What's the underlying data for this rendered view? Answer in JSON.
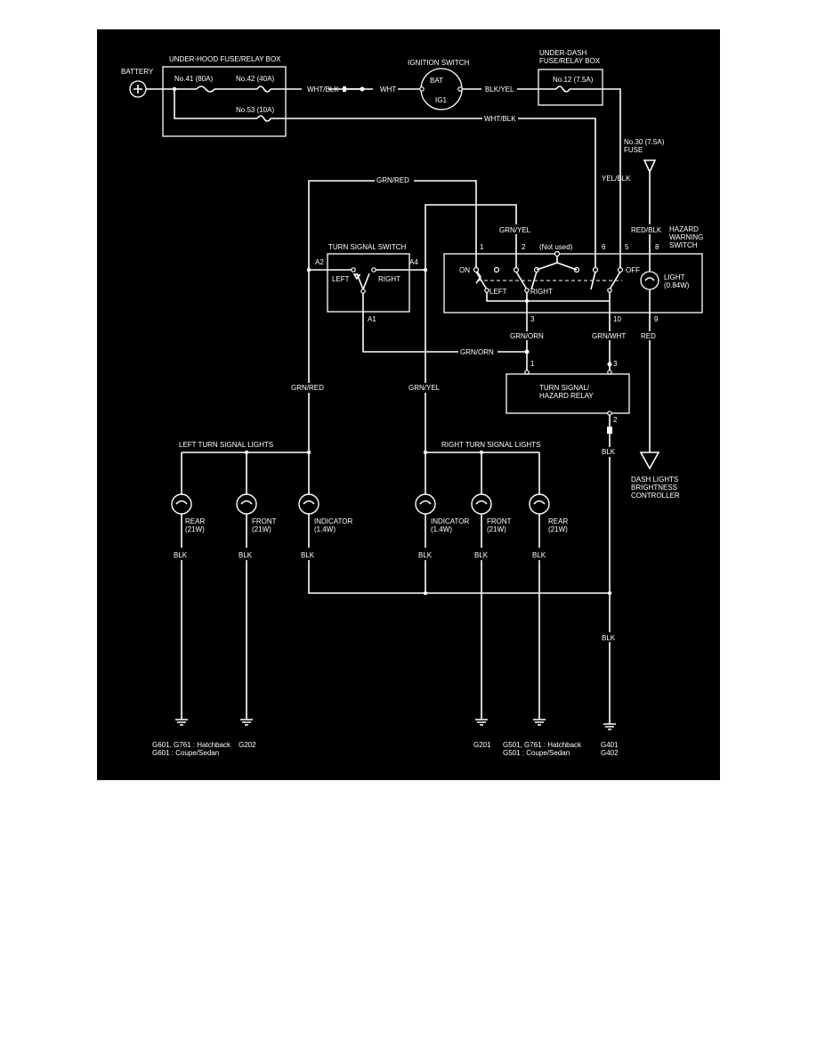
{
  "components": {
    "battery": "BATTERY",
    "underhood_box": "UNDER-HOOD FUSE/RELAY BOX",
    "fuse41": "No.41 (80A)",
    "fuse42": "No.42 (40A)",
    "fuse53": "No.53 (10A)",
    "ignition_switch": "IGNITION SWITCH",
    "bat": "BAT",
    "ig1": "IG1",
    "underdash_box_l1": "UNDER-DASH",
    "underdash_box_l2": "FUSE/RELAY BOX",
    "fuse12": "No.12 (7.5A)",
    "fuse30_l1": "No.30 (7.5A)",
    "fuse30_l2": "FUSE",
    "hazard_switch_l1": "HAZARD",
    "hazard_switch_l2": "WARNING",
    "hazard_switch_l3": "SWITCH",
    "turn_signal_switch": "TURN SIGNAL SWITCH",
    "left": "LEFT",
    "right": "RIGHT",
    "on": "ON",
    "off": "OFF",
    "not_used": "(Not used)",
    "light_l1": "LIGHT",
    "light_l2": "(0.84W)",
    "relay_l1": "TURN SIGNAL/",
    "relay_l2": "HAZARD RELAY",
    "left_lights": "LEFT TURN SIGNAL LIGHTS",
    "right_lights": "RIGHT TURN SIGNAL LIGHTS",
    "dash_l1": "DASH LIGHTS",
    "dash_l2": "BRIGHTNESS",
    "dash_l3": "CONTROLLER"
  },
  "wires": {
    "wht_blk": "WHT/BLK",
    "wht": "WHT",
    "blk_yel": "BLK/YEL",
    "wht_blk2": "WHT/BLK",
    "yel_blk": "YEL/BLK",
    "red_blk": "RED/BLK",
    "grn_red_top": "GRN/RED",
    "grn_yel_top": "GRN/YEL",
    "grn_orn_relay": "GRN/ORN",
    "grn_wht": "GRN/WHT",
    "red": "RED",
    "grn_orn_a1": "GRN/ORN",
    "grn_red_mid": "GRN/RED",
    "grn_yel_mid": "GRN/YEL",
    "blk_relay": "BLK",
    "blk_ground": "BLK"
  },
  "pins": {
    "p1": "1",
    "p2": "2",
    "p6": "6",
    "p5": "5",
    "p8": "8",
    "p3": "3",
    "p10": "10",
    "p9": "9",
    "a2": "A2",
    "a4": "A4",
    "a1": "A1",
    "r1": "1",
    "r3": "3",
    "r2": "2"
  },
  "bulbs": [
    {
      "name": "REAR",
      "rating": "(21W)",
      "wire": "BLK"
    },
    {
      "name": "FRONT",
      "rating": "(21W)",
      "wire": "BLK"
    },
    {
      "name": "INDICATOR",
      "rating": "(1.4W)",
      "wire": "BLK"
    },
    {
      "name": "INDICATOR",
      "rating": "(1.4W)",
      "wire": "BLK"
    },
    {
      "name": "FRONT",
      "rating": "(21W)",
      "wire": "BLK"
    },
    {
      "name": "REAR",
      "rating": "(21W)",
      "wire": "BLK"
    }
  ],
  "grounds": [
    {
      "l1": "G601, G761 : Hatchback",
      "l2": "G601 : Coupe/Sedan"
    },
    {
      "l1": "G202",
      "l2": ""
    },
    {
      "l1": "G201",
      "l2": ""
    },
    {
      "l1": "G501, G761 : Hatchback",
      "l2": "G501 : Coupe/Sedan"
    },
    {
      "l1": "G401",
      "l2": "G402"
    }
  ]
}
